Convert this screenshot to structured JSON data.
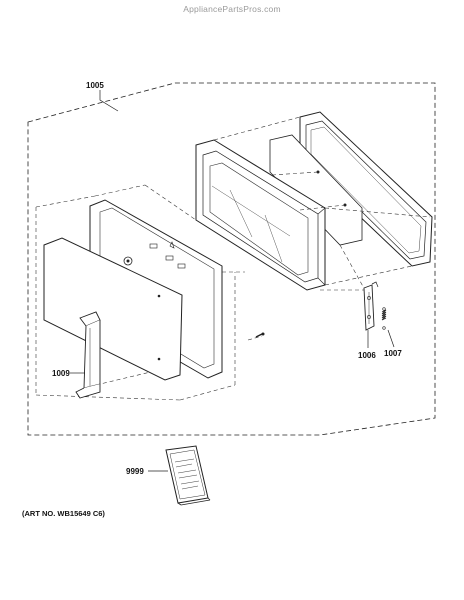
{
  "watermark": "AppliancePartsPros.com",
  "callouts": {
    "door_assembly": "1005",
    "hinge": "1006",
    "spring": "1007",
    "handle": "1009",
    "manual": "9999"
  },
  "art_number": "(ART NO. WB15649 C6)"
}
